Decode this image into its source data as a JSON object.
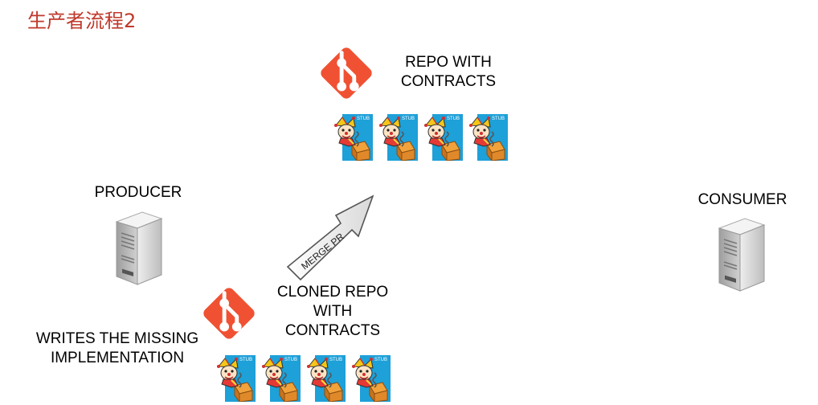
{
  "title": "生产者流程2",
  "nodes": {
    "repo_label": "REPO WITH\nCONTRACTS",
    "producer_label": "PRODUCER",
    "consumer_label": "CONSUMER",
    "cloned_repo_label": "CLONED REPO\nWITH\nCONTRACTS",
    "writes_label": "WRITES THE MISSING\nIMPLEMENTATION"
  },
  "arrow": {
    "label": "MERGE PR"
  },
  "stub_text": "STUB",
  "icons": {
    "git": "git-logo-icon",
    "server": "server-icon",
    "stub": "stub-card-icon"
  },
  "colors": {
    "title": "#c0392b",
    "git": "#f05133",
    "stub_card": "#1ea0d8"
  }
}
